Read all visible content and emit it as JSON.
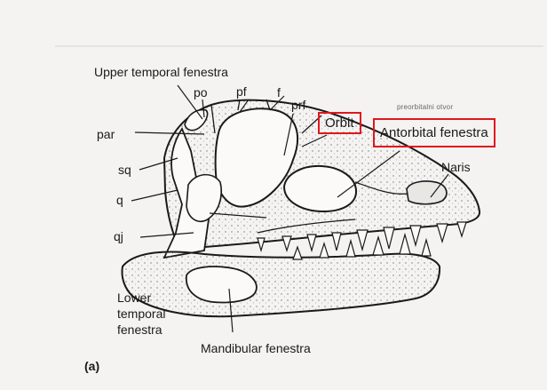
{
  "labels": {
    "upper_temporal_fenestra": "Upper temporal fenestra",
    "po": "po",
    "pf": "pf",
    "f": "f",
    "prf": "prf",
    "orbit": "Orbit",
    "preorbital_note": "preorbitalni otvor",
    "antorbital_fenestra": "Antorbital fenestra",
    "par": "par",
    "naris": "Naris",
    "sq": "sq",
    "q": "q",
    "qj": "qj",
    "lower_temporal_line1": "Lower",
    "lower_temporal_line2": "temporal",
    "lower_temporal_line3": "fenestra",
    "mandibular_fenestra": "Mandibular fenestra",
    "figure_label": "(a)"
  },
  "colors": {
    "highlight_box": "#e0161f",
    "ink": "#1a1a1a"
  }
}
